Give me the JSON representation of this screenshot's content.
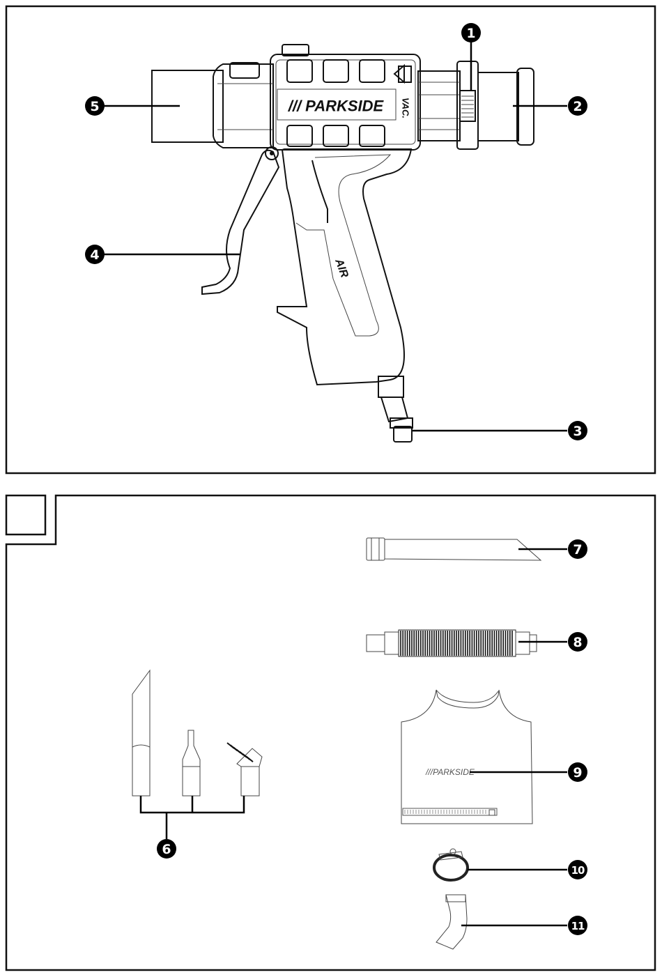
{
  "figure_top": {
    "brand_text": "/// PARKSIDE",
    "side_text": "VAC.",
    "handle_text": "AIR",
    "callouts": [
      {
        "id": "c1",
        "number": "1",
        "part": "dial"
      },
      {
        "id": "c2",
        "number": "2",
        "part": "outlet"
      },
      {
        "id": "c3",
        "number": "3",
        "part": "air-connector"
      },
      {
        "id": "c4",
        "number": "4",
        "part": "trigger"
      },
      {
        "id": "c5",
        "number": "5",
        "part": "nozzle"
      }
    ]
  },
  "figure_bottom": {
    "panel_label": "",
    "bag_brand_text": "///PARKSIDE",
    "callouts": [
      {
        "id": "c6",
        "number": "6",
        "part": "attachments-set"
      },
      {
        "id": "c7",
        "number": "7",
        "part": "crevice-tube"
      },
      {
        "id": "c8",
        "number": "8",
        "part": "flexible-hose"
      },
      {
        "id": "c9",
        "number": "9",
        "part": "collection-bag"
      },
      {
        "id": "c10",
        "number": "10",
        "part": "hose-clamp"
      },
      {
        "id": "c11",
        "number": "11",
        "part": "angled-adapter"
      }
    ]
  }
}
